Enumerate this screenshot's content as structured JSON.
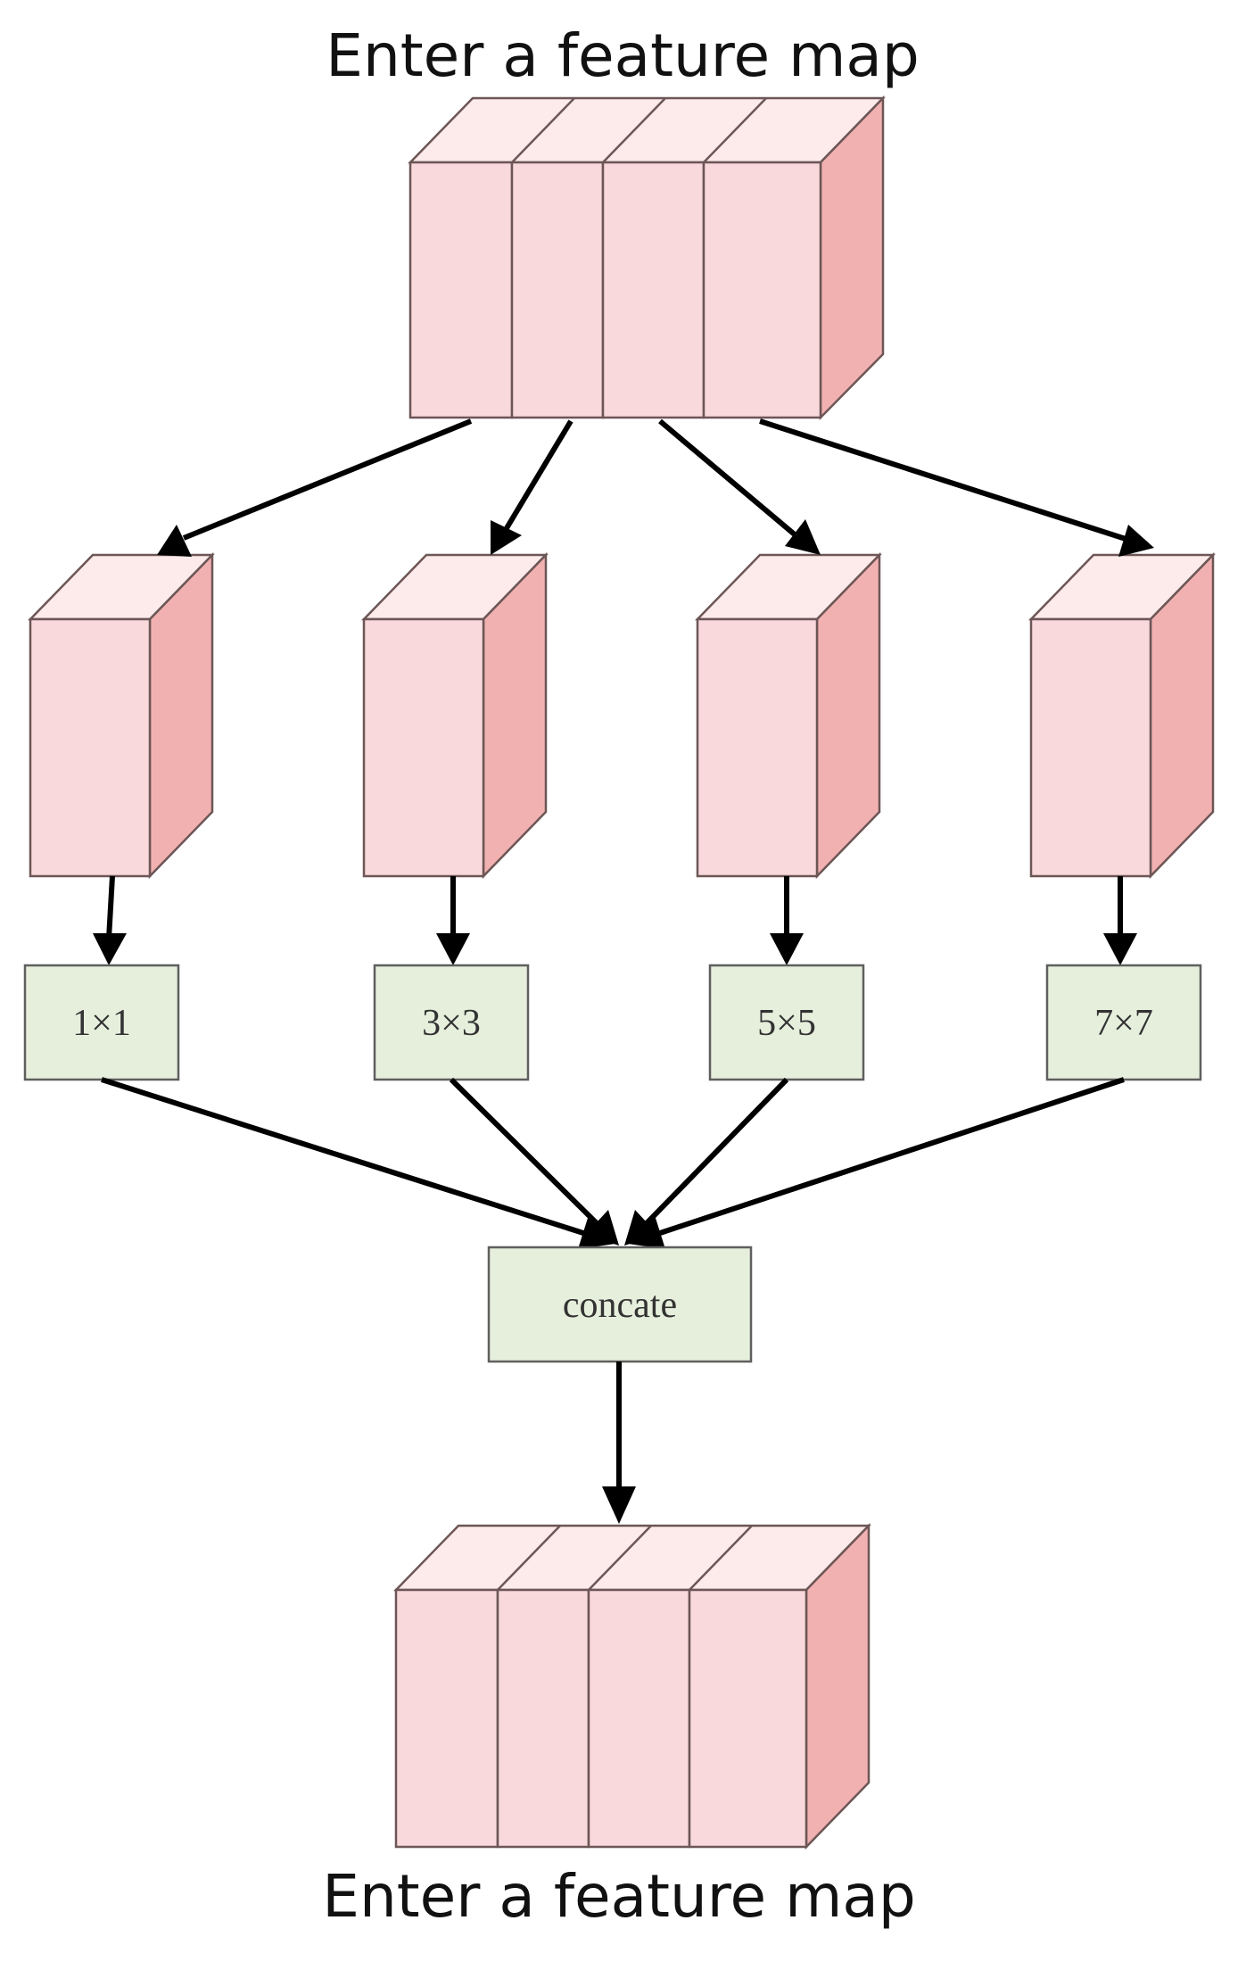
{
  "diagram": {
    "input_label": "Enter a feature map",
    "output_label": "Enter a feature map",
    "operations": [
      "1×1",
      "3×3",
      "5×5",
      "7×7"
    ],
    "concat_label": "concate"
  },
  "colors": {
    "front": "#f9d9db",
    "top": "#fdeaea",
    "side": "#f2b1b1",
    "op_fill": "#e6efdc",
    "arrow": "#000000"
  }
}
